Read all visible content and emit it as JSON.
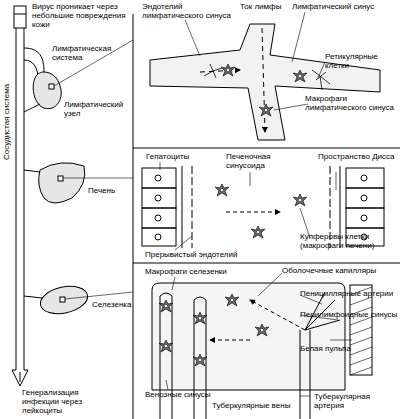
{
  "diagram": {
    "labels": [
      "Вирус проникает через небольшие повреждения кожи",
      "Лимфатическая система",
      "Лимфатический узел",
      "Сосудистая система",
      "Печень",
      "Селезенка",
      "Генерализация инфекции через лейкоциты",
      "Эндотелий лимфатического синуса",
      "Ток лимфы",
      "Лимфатический синус",
      "Ретикулярные клетки",
      "Макрофаги лимфатического синуса",
      "Гепатоциты",
      "Печеночная синусоида",
      "Пространство Дисса",
      "Прерывистый эндотелий",
      "Купферовы клетки (макрофаги печени)",
      "Макрофаги селезенки",
      "Оболочечные капилляры",
      "Пенициллярные артерии",
      "Перилимфоидные синусы",
      "Белая пульпа",
      "Венозные синусы",
      "Туберкулярная артерия",
      "Туберкулярные вены"
    ]
  }
}
